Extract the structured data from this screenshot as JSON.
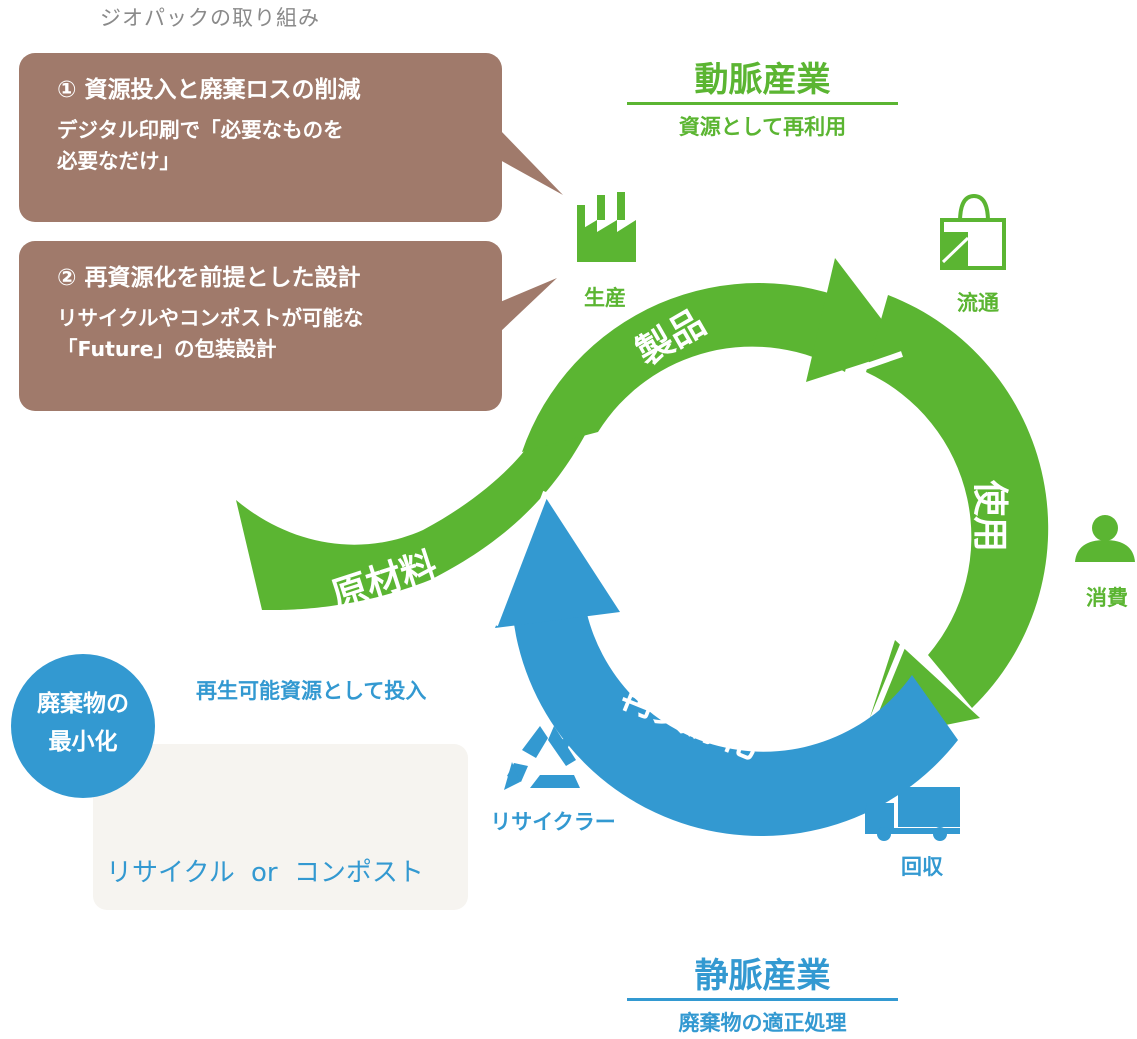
{
  "caption": "ジオパックの取り組み",
  "callouts": [
    {
      "title": "① 資源投入と廃棄ロスの削減",
      "body_line1": "デジタル印刷で「必要なものを",
      "body_line2": "必要なだけ」"
    },
    {
      "title": "② 再資源化を前提とした設計",
      "body_line1": "リサイクルやコンポストが可能な",
      "body_line2": "「Future」の包装設計"
    }
  ],
  "arterial": {
    "title": "動脈産業",
    "subtitle": "資源として再利用",
    "color": "#5bb532"
  },
  "venous": {
    "title": "静脈産業",
    "subtitle": "廃棄物の適正処理",
    "color": "#3399d1"
  },
  "stations": {
    "production": "生産",
    "distribution": "流通",
    "consumption": "消費",
    "collection": "回収",
    "recycler": "リサイクラー"
  },
  "cycle": {
    "raw_material": "原材料",
    "product": "製品",
    "use": "使用",
    "recycling": "再資源化"
  },
  "reinput_label": "再生可能資源として投入",
  "waste_badge": {
    "line1": "廃棄物の",
    "line2": "最小化"
  },
  "outcome": {
    "left": "リサイクル",
    "middle": "or",
    "right": "コンポスト"
  },
  "icons": {
    "production": "factory-icon",
    "distribution": "shopping-bag-icon",
    "consumption": "person-icon",
    "collection": "truck-icon",
    "recycler": "recycle-icon",
    "paper_roll": "paper-roll-icon",
    "sprout": "sprout-icon"
  }
}
